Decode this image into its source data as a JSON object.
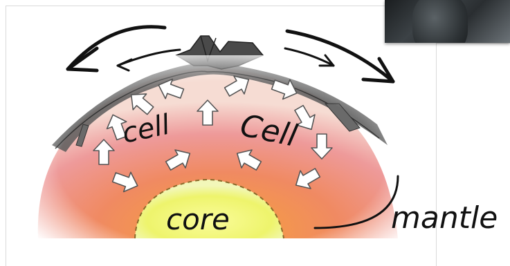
{
  "labels": {
    "cell_left": "cell",
    "cell_right": "Cell",
    "core": "core",
    "mantle": "mantle"
  },
  "colors": {
    "ink": "#111111",
    "mantle_inner": "#f3b7a8",
    "mantle_outer": "#e77e7e",
    "core": "#eef46c",
    "crust": "#5b5b5b",
    "arrow_fill": "#ffffff"
  },
  "icons": [
    "convection-arrow-icon",
    "spreading-arrow-icon",
    "photo-thumbnail"
  ]
}
